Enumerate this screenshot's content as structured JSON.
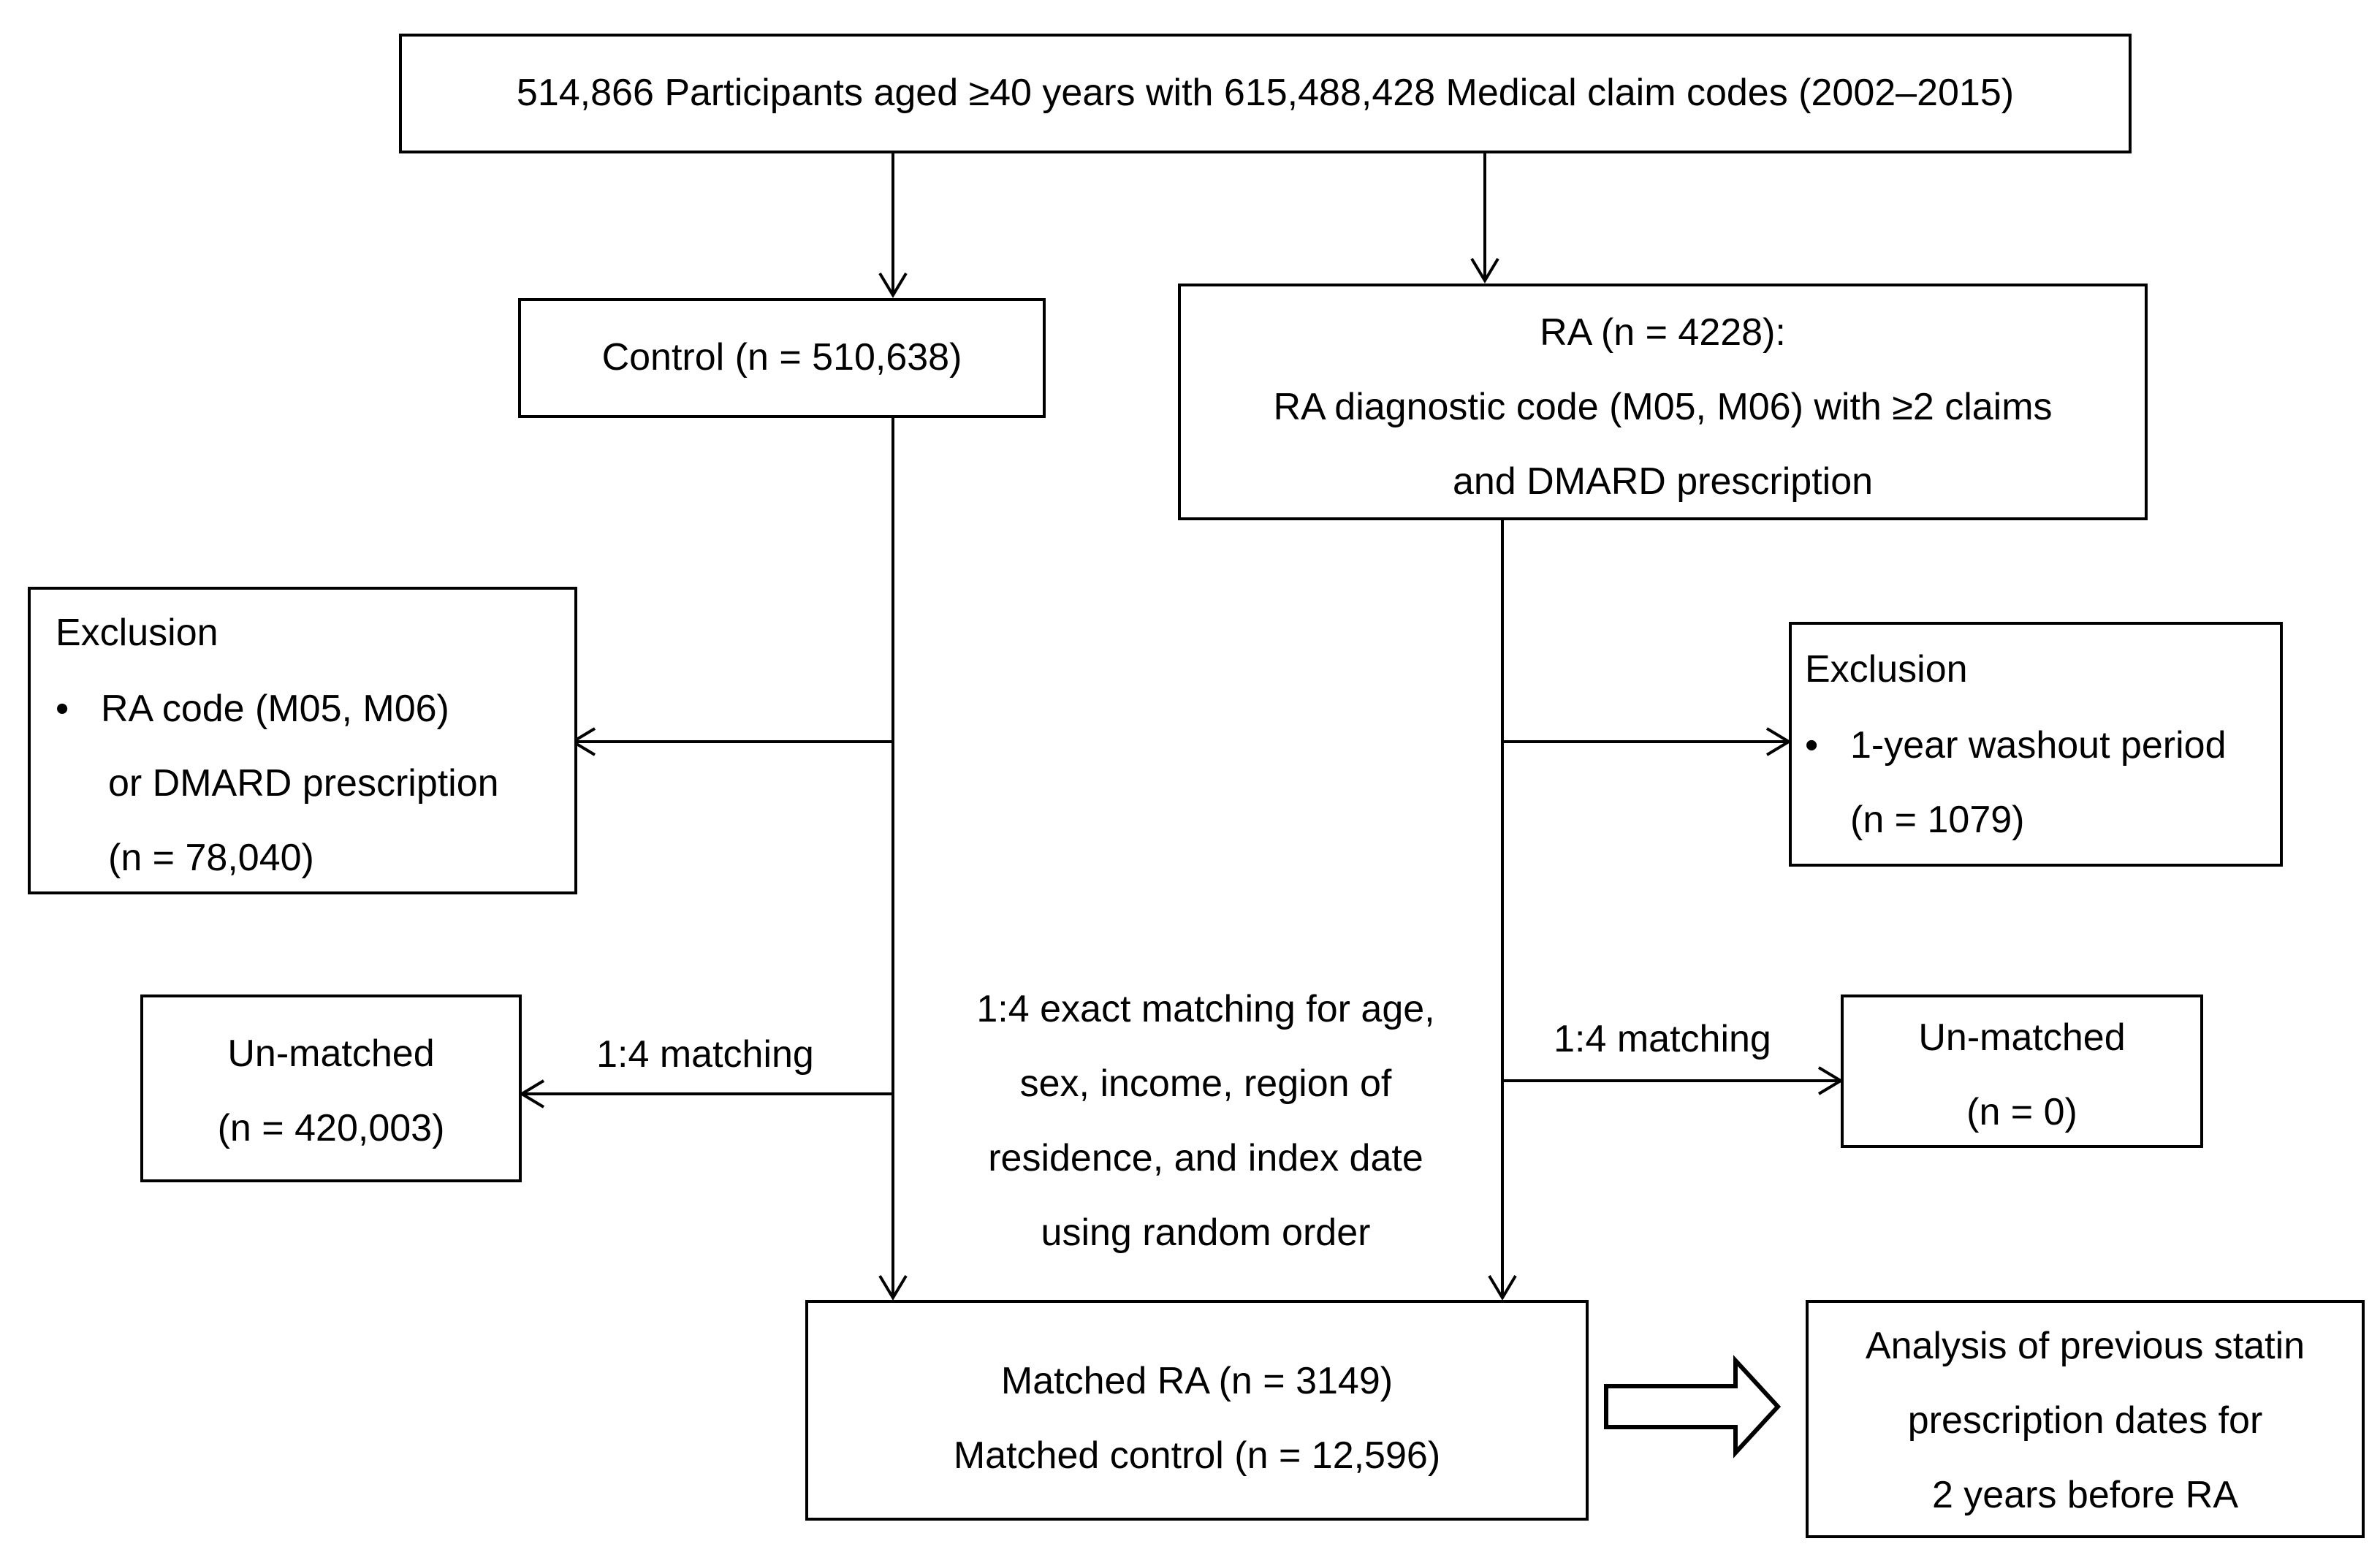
{
  "top": {
    "text": "514,866 Participants aged ≥40 years with  615,488,428  Medical claim codes (2002–2015)"
  },
  "control": {
    "text": "Control  (n = 510,638)"
  },
  "ra": {
    "line1": "RA (n = 4228):",
    "line2": "RA diagnostic code (M05, M06) with ≥2 claims",
    "line3": "and DMARD prescription"
  },
  "exclusion_left": {
    "title": "Exclusion",
    "bullet": "•",
    "line1": "RA  code (M05, M06)",
    "line2": "or  DMARD prescription",
    "line3": "(n = 78,040)"
  },
  "exclusion_right": {
    "title": "Exclusion",
    "bullet": "•",
    "line1": "1-year washout period",
    "line2": "(n = 1079)"
  },
  "unmatched_left": {
    "line1": "Un-matched",
    "line2": "(n = 420,003)"
  },
  "unmatched_right": {
    "line1": "Un-matched",
    "line2": "(n = 0)"
  },
  "matching_left_label": "1:4 matching",
  "matching_right_label": "1:4 matching",
  "matching_note": {
    "line1": "1:4 exact matching for age,",
    "line2": "sex, income, region of",
    "line3": "residence, and index date",
    "line4": "using random order"
  },
  "matched": {
    "line1": "Matched RA (n = 3149)",
    "line2": "Matched control (n = 12,596)"
  },
  "analysis": {
    "line1": "Analysis of previous statin",
    "line2": "prescription dates for",
    "line3": "2 years before RA"
  }
}
